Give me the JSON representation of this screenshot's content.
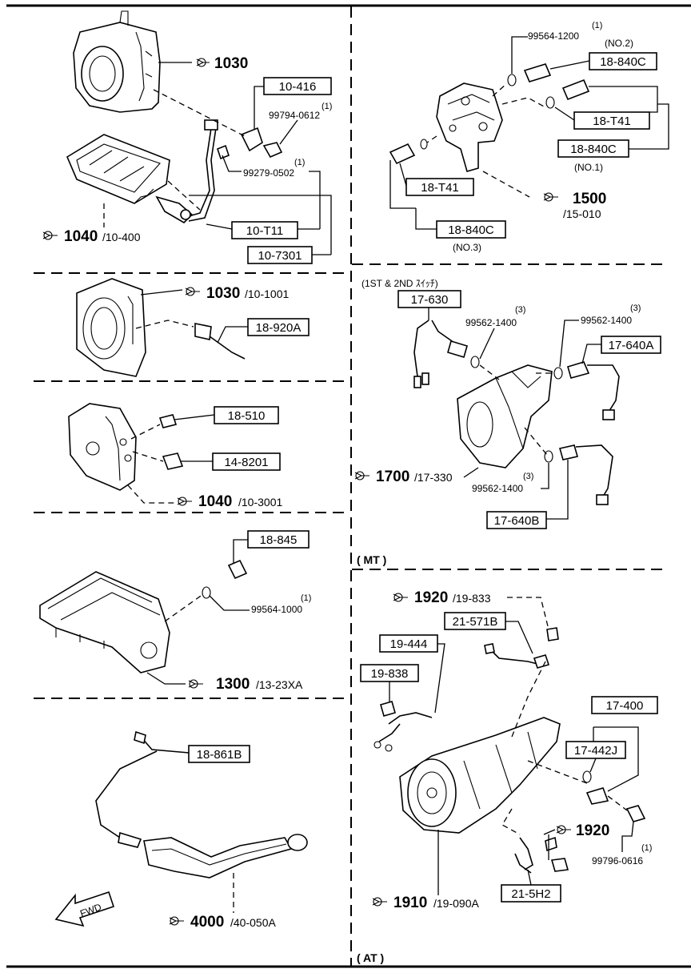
{
  "sections": {
    "top_left": {
      "ref1": {
        "num": "1030",
        "suffix": ""
      },
      "ref2": {
        "num": "1040",
        "suffix": "/10-400"
      },
      "boxes": [
        "10-416",
        "10-T11",
        "10-7301"
      ],
      "parts": [
        {
          "qty": "(1)",
          "pn": "99794-0612"
        },
        {
          "qty": "(1)",
          "pn": "99279-0502"
        }
      ]
    },
    "top_right": {
      "ref": {
        "num": "1500",
        "suffix": "/15-010"
      },
      "boxes": [
        "18-840C",
        "18-T41",
        "18-840C",
        "18-T41",
        "18-840C"
      ],
      "notes": [
        "(NO.2)",
        "(NO.1)",
        "(NO.3)"
      ],
      "parts": [
        {
          "qty": "(1)",
          "pn": "99564-1200"
        }
      ]
    },
    "left_2": {
      "ref": {
        "num": "1030",
        "suffix": "/10-1001"
      },
      "boxes": [
        "18-920A"
      ]
    },
    "left_3": {
      "ref": {
        "num": "1040",
        "suffix": "/10-3001"
      },
      "boxes": [
        "18-510",
        "14-8201"
      ]
    },
    "left_4": {
      "ref": {
        "num": "1300",
        "suffix": "/13-23XA"
      },
      "boxes": [
        "18-845"
      ],
      "parts": [
        {
          "qty": "(1)",
          "pn": "99564-1000"
        }
      ]
    },
    "left_5": {
      "ref": {
        "num": "4000",
        "suffix": "/40-050A"
      },
      "boxes": [
        "18-861B"
      ],
      "fwd": "FWD"
    },
    "mt": {
      "heading": "(1ST & 2ND ｽｲｯﾁ)",
      "ref": {
        "num": "1700",
        "suffix": "/17-330"
      },
      "boxes": [
        "17-630",
        "17-640A",
        "17-640B"
      ],
      "parts": [
        {
          "qty": "(3)",
          "pn": "99562-1400"
        },
        {
          "qty": "(3)",
          "pn": "99562-1400"
        },
        {
          "qty": "(3)",
          "pn": "99562-1400"
        }
      ],
      "label": "( MT )"
    },
    "at": {
      "ref_top": {
        "num": "1920",
        "suffix": "/19-833"
      },
      "ref_mid": {
        "num": "1920",
        "suffix": ""
      },
      "ref_main": {
        "num": "1910",
        "suffix": "/19-090A"
      },
      "boxes": [
        "21-571B",
        "19-444",
        "19-838",
        "17-400",
        "17-442J",
        "21-5H2"
      ],
      "parts": [
        {
          "qty": "(1)",
          "pn": "99796-0616"
        }
      ],
      "label": "( AT )"
    }
  }
}
